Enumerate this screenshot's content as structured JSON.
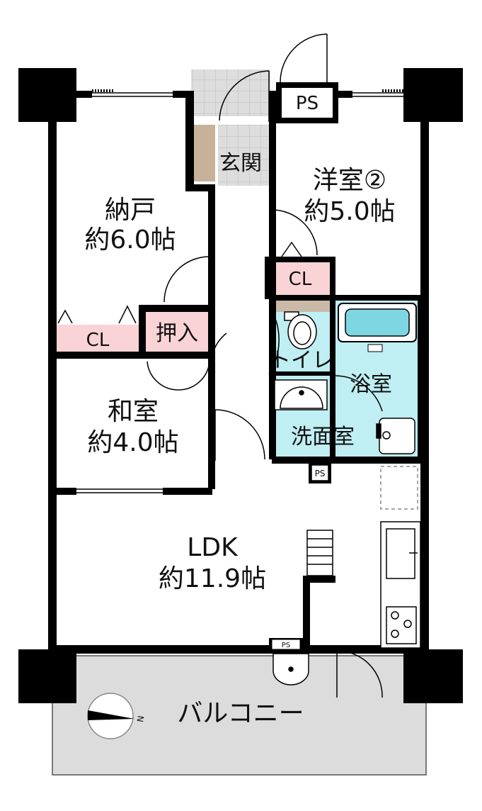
{
  "rooms": {
    "storage": {
      "name": "納戸",
      "size": "約6.0帖"
    },
    "western2": {
      "name": "洋室②",
      "size": "約5.0帖"
    },
    "entrance": {
      "name": "玄関"
    },
    "japanese": {
      "name": "和室",
      "size": "約4.0帖"
    },
    "ldk": {
      "name": "LDK",
      "size": "約11.9帖"
    },
    "toilet": {
      "name": "トイレ"
    },
    "bath": {
      "name": "浴室"
    },
    "washroom": {
      "name": "洗面室"
    },
    "balcony": {
      "name": "バルコニー"
    }
  },
  "labels": {
    "closet_storage": "CL",
    "closet_western": "CL",
    "oshiire": "押入",
    "ps_top": "PS",
    "ps_mid": "PS",
    "ps_bottom": "PS"
  },
  "compass": {
    "letter": "N"
  },
  "colors": {
    "wall": "#000000",
    "closet": "#f9d3d6",
    "wet_area": "#bfeef3",
    "entrance_tile": "#dddddd",
    "tile_line": "#bbbbbb",
    "balcony": "#dcdcdc",
    "toilet_counter": "#c9b9a6"
  }
}
